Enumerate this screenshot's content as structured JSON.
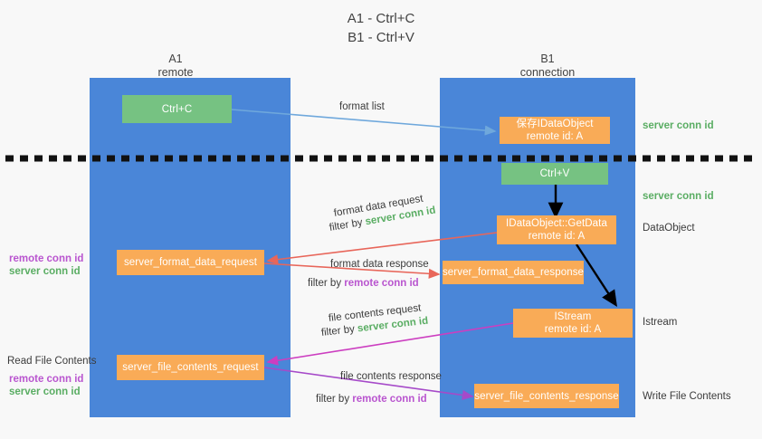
{
  "title": {
    "line1": "A1 - Ctrl+C",
    "line2": "B1 - Ctrl+V"
  },
  "colors": {
    "lane": "#4a86d8",
    "green_node": "#76c282",
    "orange_node": "#f9ab57",
    "server_conn": "#5aad63",
    "remote_conn": "#b955cf",
    "arrow_blue": "#6fa8dc",
    "arrow_red": "#e8665a",
    "arrow_magenta": "#cc3ec0",
    "arrow_purple": "#a64ac9",
    "arrow_black": "#000000",
    "background": "#f8f8f8"
  },
  "columns": [
    {
      "name": "A1",
      "subtitle": "remote"
    },
    {
      "name": "B1",
      "subtitle": "connection"
    }
  ],
  "nodes": {
    "ctrl_c": {
      "label": "Ctrl+C"
    },
    "save_idataobject": {
      "label": "保存IDataObject",
      "sub": "remote id: A"
    },
    "ctrl_v": {
      "label": "Ctrl+V"
    },
    "getdata": {
      "label": "IDataObject::GetData",
      "sub": "remote id: A"
    },
    "istream": {
      "label": "IStream",
      "sub": "remote id: A"
    },
    "server_format_data_request": {
      "label": "server_format_data_request"
    },
    "server_format_data_response": {
      "label": "server_format_data_response"
    },
    "server_file_contents_request": {
      "label": "server_file_contents_request"
    },
    "server_file_contents_response": {
      "label": "server_file_contents_response"
    }
  },
  "edge_labels": {
    "format_list": "format list",
    "format_data_request": "format data request",
    "format_data_request_filter_prefix": "filter by ",
    "format_data_request_filter_key": "server conn id",
    "format_data_response": "format data response",
    "format_data_response_filter_prefix": "filter by ",
    "format_data_response_filter_key": "remote conn id",
    "file_contents_request": "file contents request",
    "file_contents_request_filter_prefix": "filter by ",
    "file_contents_request_filter_key": "server conn id",
    "file_contents_response": "file contents response",
    "file_contents_response_filter_prefix": "filter by ",
    "file_contents_response_filter_key": "remote conn id"
  },
  "right_notes": {
    "server_conn_top": "server conn id",
    "server_conn_mid": "server conn id",
    "dataobject": "DataObject",
    "istream": "Istream",
    "write_file_contents": "Write File Contents"
  },
  "left_notes": {
    "mid_remote": "remote conn id",
    "mid_server": "server conn id",
    "read_file_contents": "Read File Contents",
    "low_remote": "remote conn id",
    "low_server": "server conn id"
  }
}
